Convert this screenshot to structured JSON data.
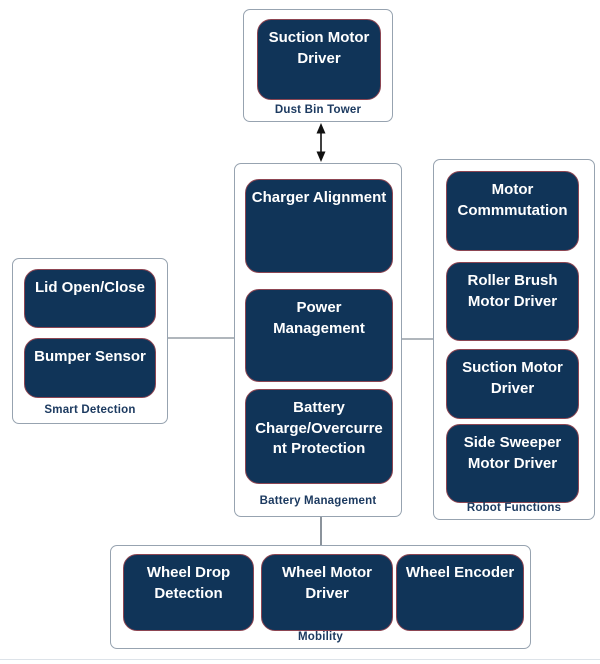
{
  "groups": [
    {
      "id": "dust-bin-tower",
      "label": "Dust Bin Tower",
      "nodes": [
        {
          "text": "Suction Motor\nDriver"
        }
      ]
    },
    {
      "id": "battery-management",
      "label": "Battery Management",
      "nodes": [
        {
          "text": "Charger Alignment"
        },
        {
          "text": "Power\nManagement"
        },
        {
          "text": "Battery\nCharge/Overcurre\nnt Protection"
        }
      ]
    },
    {
      "id": "smart-detection",
      "label": "Smart Detection",
      "nodes": [
        {
          "text": "Lid Open/Close"
        },
        {
          "text": "Bumper Sensor"
        }
      ]
    },
    {
      "id": "robot-functions",
      "label": "Robot Functions",
      "nodes": [
        {
          "text": "Motor\nCommmutation"
        },
        {
          "text": "Roller Brush\nMotor Driver"
        },
        {
          "text": "Suction Motor\nDriver"
        },
        {
          "text": "Side Sweeper\nMotor Driver"
        }
      ]
    },
    {
      "id": "mobility",
      "label": "Mobility",
      "nodes": [
        {
          "text": "Wheel Drop\nDetection"
        },
        {
          "text": "Wheel Motor\nDriver"
        },
        {
          "text": "Wheel Encoder"
        }
      ]
    }
  ],
  "connectors": [
    {
      "from": "dust-bin-tower",
      "to": "battery-management",
      "style": "double-arrow"
    },
    {
      "from": "smart-detection",
      "to": "battery-management",
      "style": "line"
    },
    {
      "from": "battery-management",
      "to": "robot-functions",
      "style": "line"
    },
    {
      "from": "battery-management",
      "to": "mobility",
      "style": "line"
    }
  ],
  "colors": {
    "node_fill": "#103458",
    "node_text": "#ffffff",
    "node_border": "#8c4552",
    "group_border": "#97a3b0",
    "group_label": "#1c3a60",
    "line": "#b0b6bc",
    "arrow": "#111111"
  }
}
